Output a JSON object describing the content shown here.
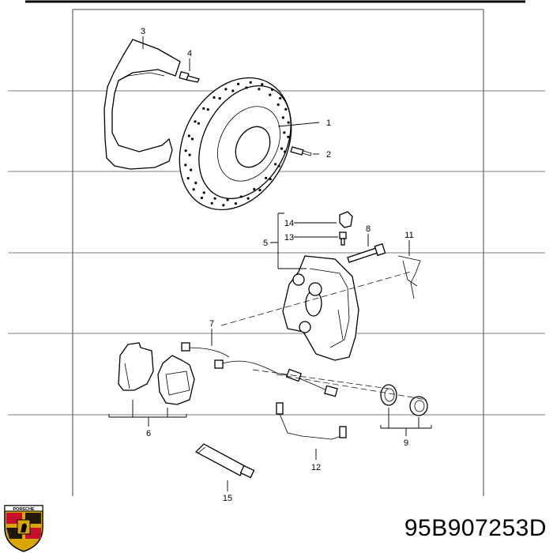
{
  "diagram": {
    "callouts": [
      "1",
      "2",
      "3",
      "4",
      "5",
      "6",
      "7",
      "8",
      "9",
      "11",
      "12",
      "13",
      "14",
      "15"
    ]
  },
  "footer": {
    "part_number": "95B907253D"
  },
  "logo": {
    "name": "porsche-crest",
    "text": "PORSCHE"
  },
  "colors": {
    "line": "#000000",
    "background": "#ffffff",
    "frame": "#444444",
    "crest_gold": "#d9a600",
    "crest_red": "#c8102e"
  }
}
